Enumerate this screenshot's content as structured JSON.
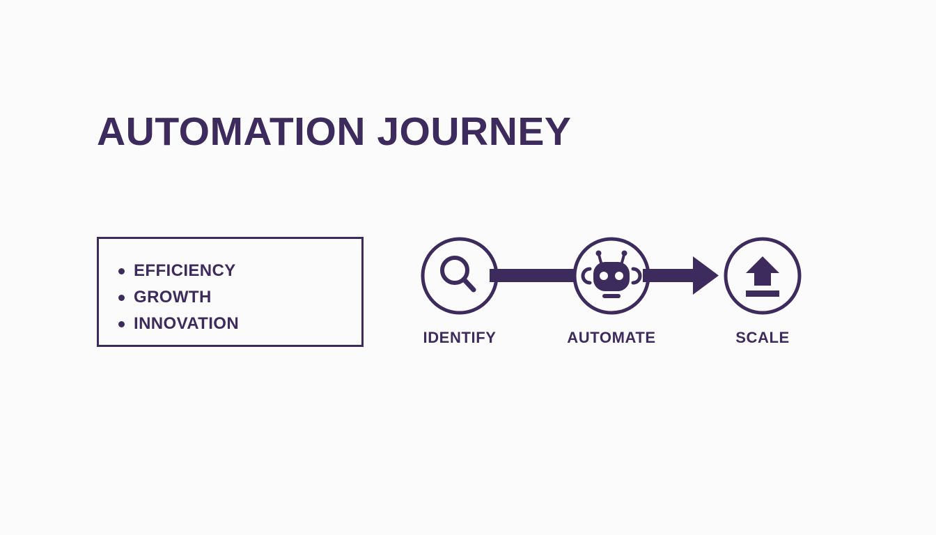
{
  "slide": {
    "title": "AUTOMATION JOURNEY",
    "background_color": "#fcfbfb",
    "accent_color": "#3d2b5e"
  },
  "benefits_box": {
    "items": [
      {
        "label": "EFFICIENCY"
      },
      {
        "label": "GROWTH"
      },
      {
        "label": "INNOVATION"
      }
    ]
  },
  "process_flow": {
    "steps": [
      {
        "label": "IDENTIFY",
        "icon": "magnifier-icon"
      },
      {
        "label": "AUTOMATE",
        "icon": "robot-icon"
      },
      {
        "label": "SCALE",
        "icon": "upload-arrow-icon"
      }
    ],
    "connectors": [
      {
        "type": "bar",
        "from": "IDENTIFY",
        "to": "AUTOMATE"
      },
      {
        "type": "arrow",
        "from": "AUTOMATE",
        "to": "SCALE"
      }
    ]
  }
}
